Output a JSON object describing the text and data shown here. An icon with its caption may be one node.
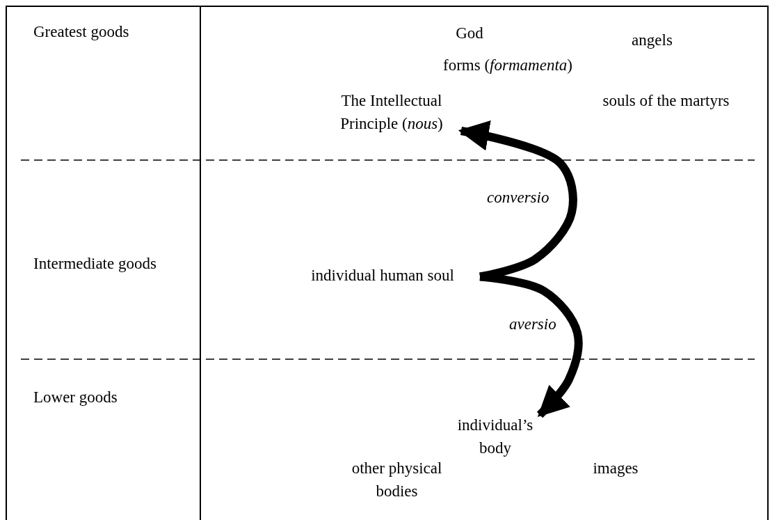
{
  "diagram": {
    "nodes": [
      {
        "text": [
          "God"
        ]
      },
      {
        "text": [
          "angels"
        ]
      },
      {
        "text": [
          "forms (*formamenta*)"
        ]
      },
      {
        "text": [
          "The Intellectual Principle (*nous*)"
        ]
      },
      {
        "text": [
          "souls of the martyrs"
        ]
      },
      {
        "text": [
          "individual human soul"
        ]
      },
      {
        "text": [
          "individual’s body"
        ]
      },
      {
        "text": [
          "other physical bodies"
        ]
      },
      {
        "text": [
          "images"
        ]
      }
    ],
    "edges": [
      {
        "from": 5,
        "to": 3,
        "arrow": "to",
        "label": "conversio"
      },
      {
        "from": 5,
        "to": 6,
        "arrow": "to",
        "label": "aversio"
      }
    ],
    "labels": [
      "Greatest goods",
      "Intermediate goods",
      "Lower goods"
    ]
  }
}
